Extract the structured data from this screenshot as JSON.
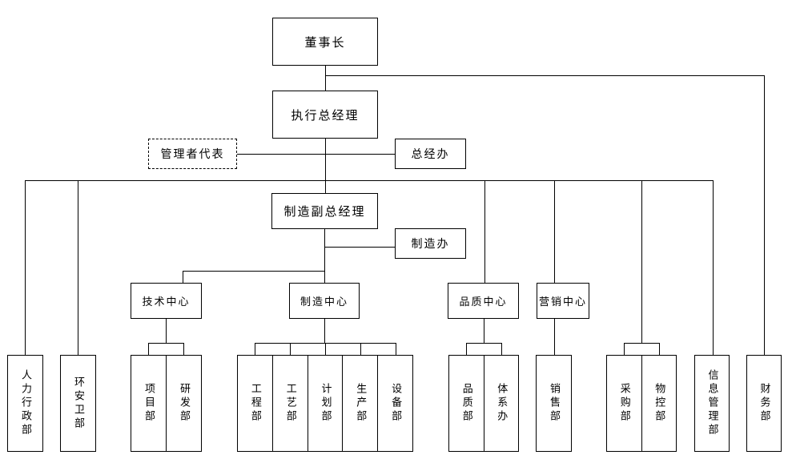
{
  "diagram": {
    "type": "organizational-chart",
    "background_color": "#ffffff",
    "line_color": "#000000",
    "text_color": "#000000"
  },
  "nodes": {
    "chairman": "董事长",
    "exec_gm": "执行总经理",
    "mgmt_rep": "管理者代表",
    "gm_office": "总经办",
    "mfg_deputy_gm": "制造副总经理",
    "mfg_office": "制造办",
    "tech_center": "技术中心",
    "mfg_center": "制造中心",
    "quality_center": "品质中心",
    "marketing_center": "营销中心",
    "hr_admin": "人力行政部",
    "ehs": "环安卫部",
    "project": "项目部",
    "rd": "研发部",
    "engineering": "工程部",
    "process": "工艺部",
    "planning": "计划部",
    "production": "生产部",
    "equipment": "设备部",
    "quality_dept": "品质部",
    "system_office": "体系办",
    "sales": "销售部",
    "purchasing": "采购部",
    "material_control": "物控部",
    "info_mgmt": "信息管理部",
    "finance": "财务部"
  },
  "edges": [
    {
      "from": "chairman",
      "to": "exec_gm"
    },
    {
      "from": "chairman",
      "to": "finance"
    },
    {
      "from": "exec_gm",
      "to": "mgmt_rep",
      "style": "staff-dashed-box"
    },
    {
      "from": "exec_gm",
      "to": "gm_office",
      "style": "staff"
    },
    {
      "from": "exec_gm",
      "to": "hr_admin"
    },
    {
      "from": "exec_gm",
      "to": "ehs"
    },
    {
      "from": "exec_gm",
      "to": "mfg_deputy_gm"
    },
    {
      "from": "exec_gm",
      "to": "quality_center"
    },
    {
      "from": "exec_gm",
      "to": "marketing_center"
    },
    {
      "from": "exec_gm",
      "to": "purchasing"
    },
    {
      "from": "exec_gm",
      "to": "material_control"
    },
    {
      "from": "exec_gm",
      "to": "info_mgmt"
    },
    {
      "from": "mfg_deputy_gm",
      "to": "mfg_office",
      "style": "staff"
    },
    {
      "from": "mfg_deputy_gm",
      "to": "tech_center"
    },
    {
      "from": "mfg_deputy_gm",
      "to": "mfg_center"
    },
    {
      "from": "tech_center",
      "to": "project"
    },
    {
      "from": "tech_center",
      "to": "rd"
    },
    {
      "from": "mfg_center",
      "to": "engineering"
    },
    {
      "from": "mfg_center",
      "to": "process"
    },
    {
      "from": "mfg_center",
      "to": "planning"
    },
    {
      "from": "mfg_center",
      "to": "production"
    },
    {
      "from": "mfg_center",
      "to": "equipment"
    },
    {
      "from": "quality_center",
      "to": "quality_dept"
    },
    {
      "from": "quality_center",
      "to": "system_office"
    },
    {
      "from": "marketing_center",
      "to": "sales"
    }
  ]
}
